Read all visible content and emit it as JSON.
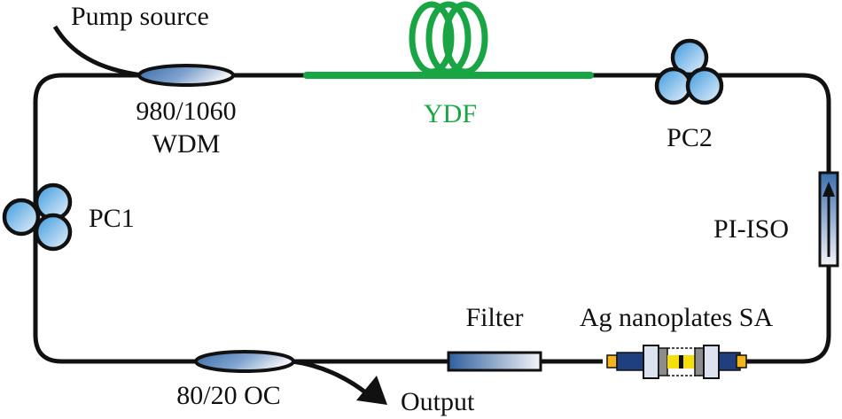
{
  "diagram": {
    "title": "Ring fiber laser cavity with Ag nanoplates saturable absorber",
    "colors": {
      "fiber": "#111111",
      "gain_fiber": "#1aa545",
      "component_blue": "#3b6fb0",
      "pc_blue": "#4aa6e0",
      "sa_yellow": "#f5df0a",
      "sa_orange": "#f3b51a",
      "sa_navy": "#1f3f7f",
      "sa_gray": "#8c8c8c",
      "sa_light": "#dde3ee"
    },
    "labels": {
      "pump_source": "Pump source",
      "wdm_line1": "980/1060",
      "wdm_line2": "WDM",
      "ydf": "YDF",
      "pc2": "PC2",
      "pc1": "PC1",
      "pi_iso": "PI-ISO",
      "filter": "Filter",
      "sa": "Ag nanoplates SA",
      "oc": "80/20 OC",
      "output": "Output"
    },
    "components": [
      {
        "id": "pump",
        "type": "input-fiber"
      },
      {
        "id": "wdm",
        "type": "coupler"
      },
      {
        "id": "ydf",
        "type": "gain-fiber"
      },
      {
        "id": "pc2",
        "type": "polarization-controller"
      },
      {
        "id": "pi-iso",
        "type": "isolator",
        "direction": "up"
      },
      {
        "id": "sa",
        "type": "saturable-absorber"
      },
      {
        "id": "filter",
        "type": "filter"
      },
      {
        "id": "oc",
        "type": "coupler"
      },
      {
        "id": "pc1",
        "type": "polarization-controller"
      }
    ]
  }
}
